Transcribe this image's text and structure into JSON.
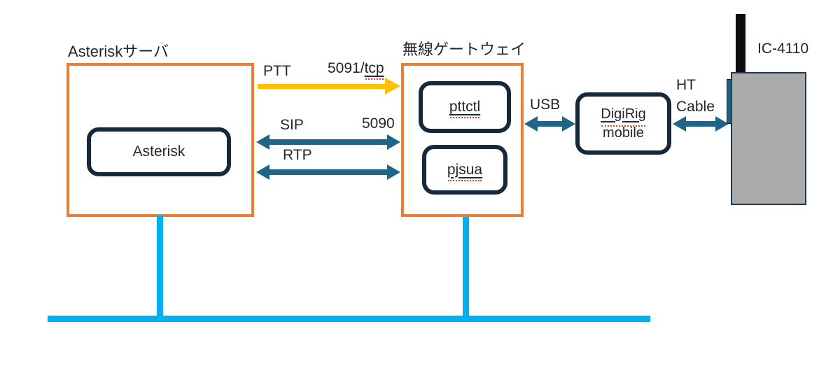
{
  "colors": {
    "group_border_orange": "#ED7D31",
    "node_border_navy": "#16293B",
    "arrow_teal": "#1F6587",
    "arrow_yellow": "#FFC000",
    "network_cyan": "#00B0F0",
    "radio_gray": "#ABABAB",
    "text": "#262626",
    "squiggle_red": "#F13427"
  },
  "asterisk_server": {
    "title": "Asteriskサーバ",
    "node_label": "Asterisk"
  },
  "gateway": {
    "title": "無線ゲートウェイ",
    "pttctl_label": "pttctl",
    "pjsua_label": "pjsua"
  },
  "links": {
    "ptt": {
      "label": "PTT",
      "port_prefix": "5091/",
      "port_suffix": "tcp"
    },
    "sip": {
      "label": "SIP",
      "port": "5090"
    },
    "rtp": {
      "label": "RTP"
    },
    "usb": {
      "label": "USB"
    },
    "ht_cable": {
      "line1": "HT",
      "line2": "Cable"
    }
  },
  "digirig": {
    "line1": "DigiRig",
    "line2": "mobile"
  },
  "radio": {
    "label": "IC-4110"
  }
}
